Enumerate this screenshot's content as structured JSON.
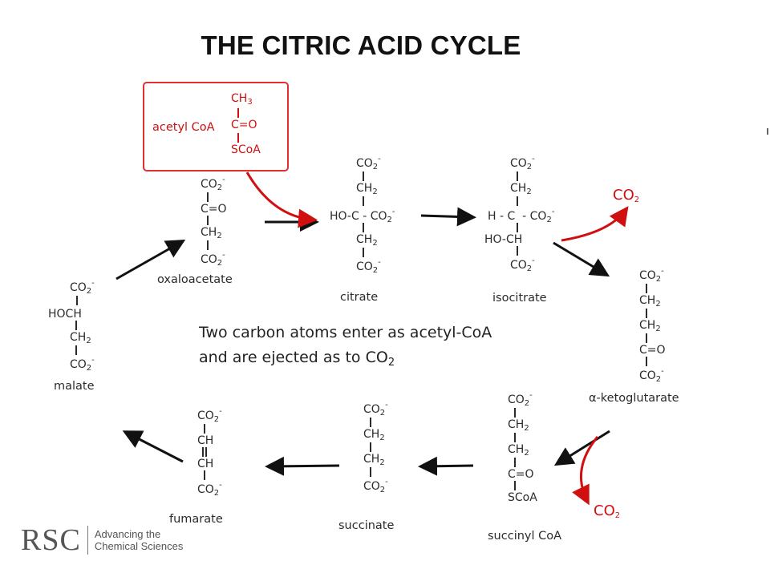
{
  "title": "THE CITRIC ACID CYCLE",
  "acetyl_coa": {
    "label": "acetyl CoA",
    "atoms": [
      "CH3",
      "C=O",
      "SCoA"
    ]
  },
  "molecules": {
    "oxaloacetate": {
      "name": "oxaloacetate",
      "atoms": [
        "CO2-",
        "C=O",
        "CH2",
        "CO2-"
      ]
    },
    "citrate": {
      "name": "citrate",
      "atoms": [
        "CO2-",
        "CH2",
        "HO-C - CO2-",
        "CH2",
        "CO2-"
      ]
    },
    "isocitrate": {
      "name": "isocitrate",
      "atoms": [
        "CO2-",
        "CH2",
        "H - C - CO2-",
        "HO-CH",
        "CO2-"
      ]
    },
    "ketoglutarate": {
      "name": "α-ketoglutarate",
      "atoms": [
        "CO2-",
        "CH2",
        "CH2",
        "C=O",
        "CO2-"
      ]
    },
    "succinyl_coa": {
      "name": "succinyl CoA",
      "atoms": [
        "CO2-",
        "CH2",
        "CH2",
        "C=O",
        "SCoA"
      ]
    },
    "succinate": {
      "name": "succinate",
      "atoms": [
        "CO2-",
        "CH2",
        "CH2",
        "CO2-"
      ]
    },
    "fumarate": {
      "name": "fumarate",
      "atoms": [
        "CO2-",
        "CH",
        "CH",
        "CO2-"
      ]
    },
    "malate": {
      "name": "malate",
      "atoms": [
        "CO2-",
        "HOCH",
        "CH2",
        "CO2-"
      ]
    }
  },
  "co2_release": [
    "CO2",
    "CO2"
  ],
  "note": {
    "line1": "Two carbon atoms enter as acetyl-CoA",
    "line2": "and are ejected as to CO2"
  },
  "logo": {
    "mark": "RSC",
    "line1": "Advancing the",
    "line2": "Chemical Sciences"
  },
  "colors": {
    "arrow": "#111111",
    "highlight": "#d01010",
    "box": "#e03030"
  }
}
